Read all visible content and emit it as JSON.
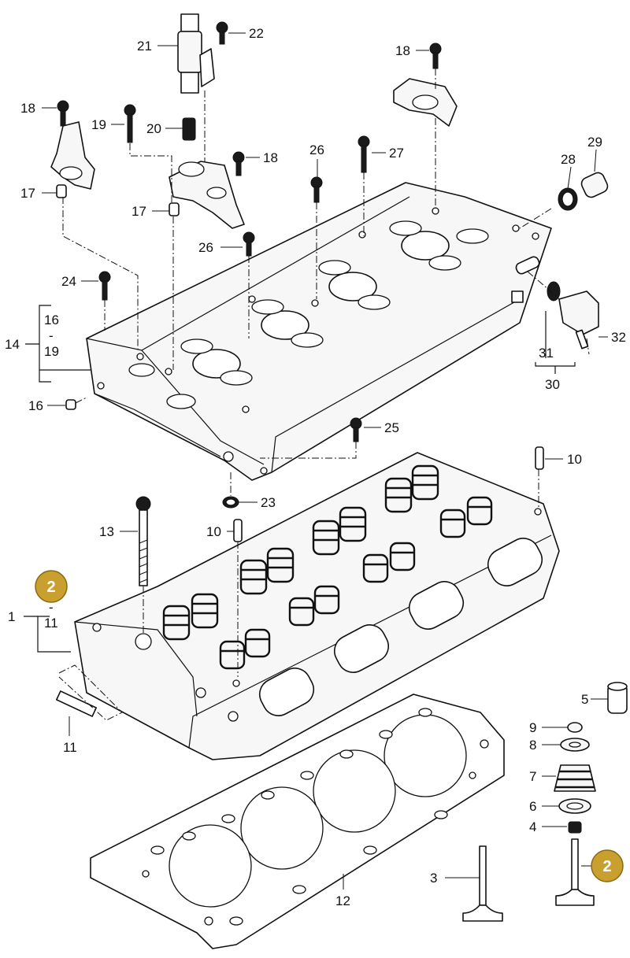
{
  "callouts": {
    "c1": "1",
    "c2": "-",
    "c3": "3",
    "c4": "4",
    "c5": "5",
    "c6": "6",
    "c7": "7",
    "c8": "8",
    "c9": "9",
    "c10a": "10",
    "c10b": "10",
    "c11": "11",
    "c11r": "11",
    "c12": "12",
    "c13": "13",
    "c14": "14",
    "c16a": "16",
    "c16b": "16",
    "c17a": "17",
    "c17b": "17",
    "c18a": "18",
    "c18b": "18",
    "c18c": "18",
    "c19a": "19",
    "c19b": "19",
    "c20": "20",
    "c21": "21",
    "c22": "22",
    "c23": "23",
    "c24": "24",
    "c25": "25",
    "c26a": "26",
    "c26b": "26",
    "c27": "27",
    "c28": "28",
    "c29": "29",
    "c30": "30",
    "c31": "31",
    "c32": "32",
    "dash14": "-"
  },
  "badges": {
    "b1": "2",
    "b2": "2"
  },
  "colors": {
    "badge": "#c9a030",
    "badge_border": "#8a6a10",
    "line": "#111111"
  }
}
